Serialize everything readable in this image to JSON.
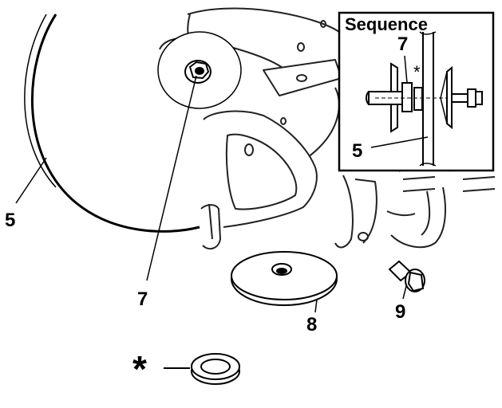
{
  "inset": {
    "title": "Sequence",
    "label_7": "7",
    "label_5": "5",
    "marker": "*"
  },
  "callouts": {
    "blade": "5",
    "blade_nut": "7",
    "washer": "8",
    "bolt": "9"
  },
  "legend": {
    "marker": "*"
  }
}
